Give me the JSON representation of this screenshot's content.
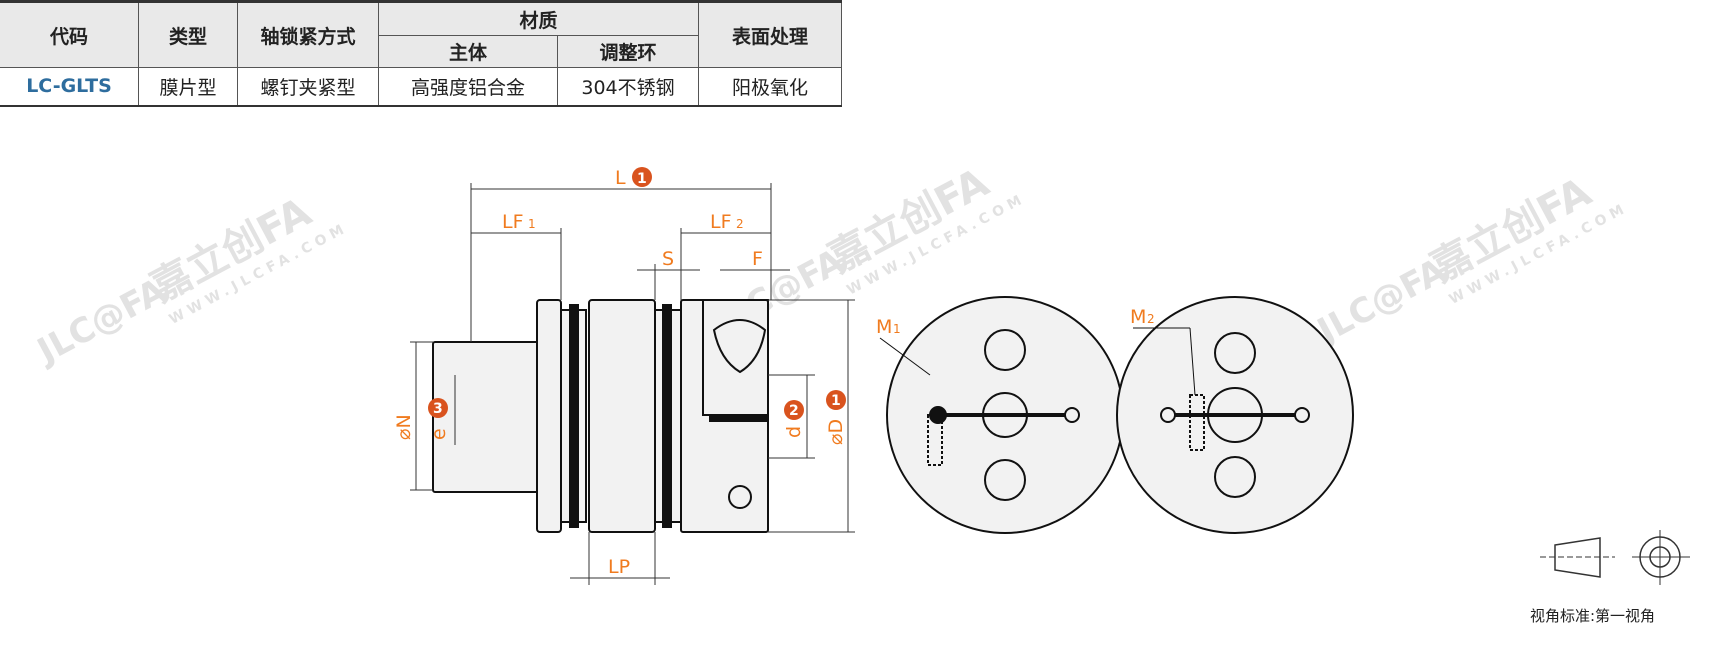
{
  "table": {
    "headers": {
      "code": "代码",
      "type": "类型",
      "lock": "轴锁紧方式",
      "material": "材质",
      "body": "主体",
      "ring": "调整环",
      "surface": "表面处理"
    },
    "row": {
      "code": "LC-GLTS",
      "type": "膜片型",
      "lock": "螺钉夹紧型",
      "body": "高强度铝合金",
      "ring": "304不锈钢",
      "surface": "阳极氧化"
    }
  },
  "drawing": {
    "L": "L",
    "LF1": "LF",
    "LF1_sub": "1",
    "LF2": "LF",
    "LF2_sub": "2",
    "S": "S",
    "F": "F",
    "N": "⌀N",
    "e": "e",
    "d": "d",
    "D": "⌀D",
    "LP": "LP",
    "M1": "M",
    "M1_sub": "1",
    "M2": "M",
    "M2_sub": "2",
    "badge_1": "1",
    "badge_2": "2",
    "badge_3": "3"
  },
  "watermark": {
    "logo": "JLC@FA",
    "brand": "嘉立创FA",
    "url": "WWW.JLCFA.COM"
  },
  "colors": {
    "accent": "#f07b1f",
    "badge": "#d9531e",
    "code": "#2e6d9e"
  },
  "projection_caption": "视角标准:第一视角"
}
